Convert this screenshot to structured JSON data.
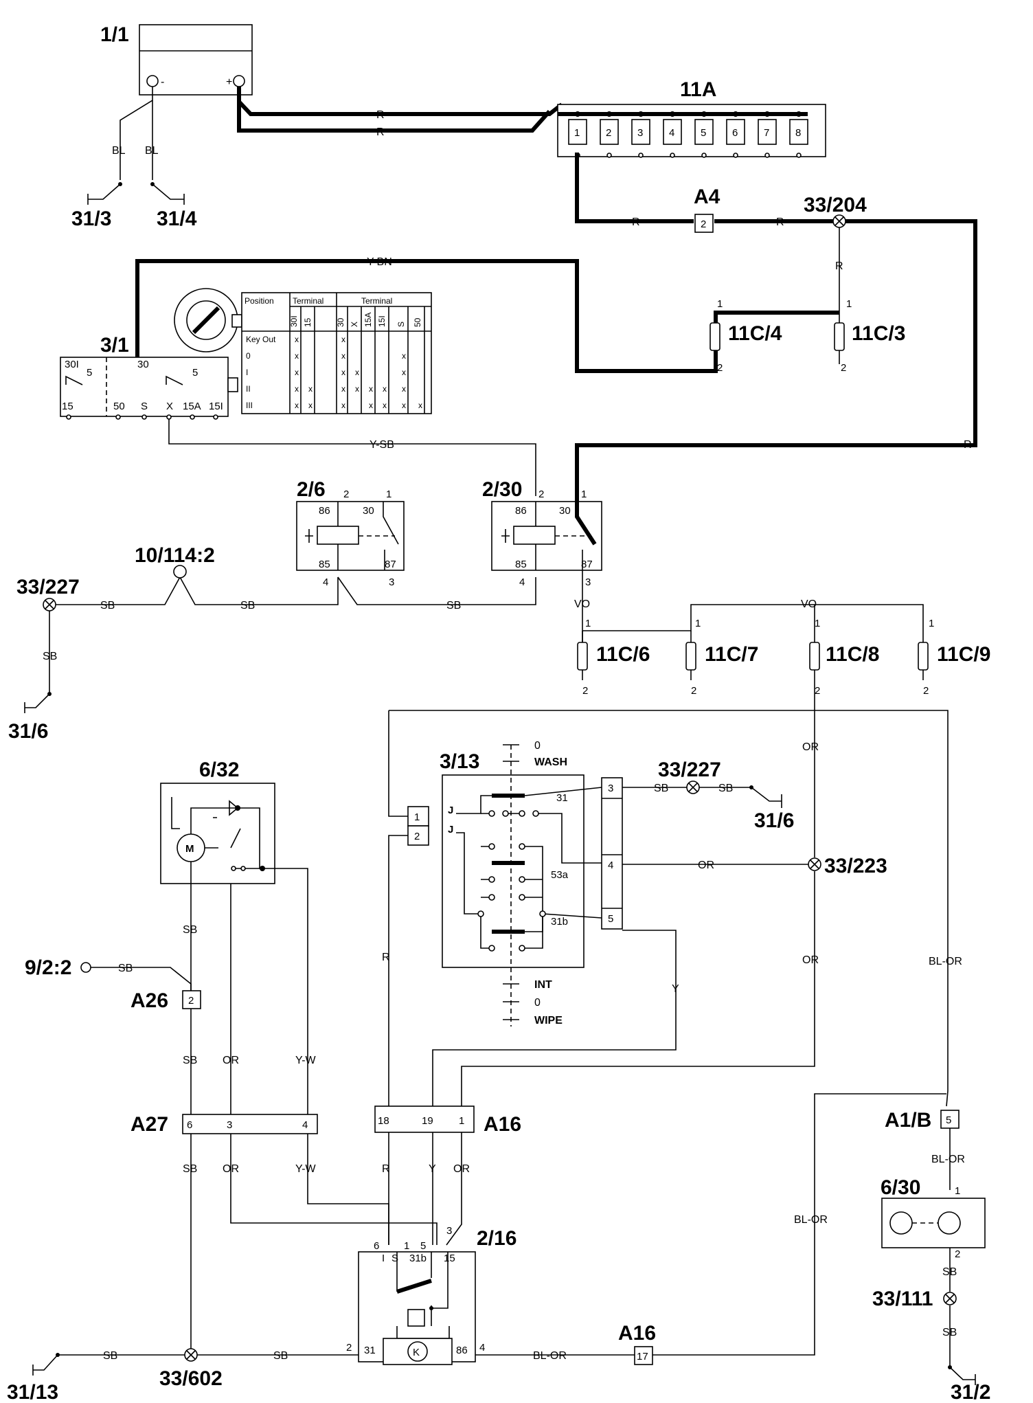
{
  "components": {
    "battery": "1/1",
    "fuse_box": "11A",
    "fuse_numbers": [
      "1",
      "2",
      "3",
      "4",
      "5",
      "6",
      "7",
      "8"
    ],
    "ignition_switch": "3/1",
    "relay_a": "2/6",
    "relay_b": "2/30",
    "connector_a4": "A4",
    "connector_a4_pin": "2",
    "splice_33_204": "33/204",
    "fuse_11c4": "11C/4",
    "fuse_11c3": "11C/3",
    "fuse_11c6": "11C/6",
    "fuse_11c7": "11C/7",
    "fuse_11c8": "11C/8",
    "fuse_11c9": "11C/9",
    "ground_31_3": "31/3",
    "ground_31_4": "31/4",
    "ground_31_6a": "31/6",
    "ground_31_6b": "31/6",
    "ground_31_13": "31/13",
    "ground_31_2": "31/2",
    "splice_33_227a": "33/227",
    "splice_33_227b": "33/227",
    "splice_33_223": "33/223",
    "splice_33_602": "33/602",
    "splice_33_111": "33/111",
    "lamp_10_114": "10/114:2",
    "wiper_motor": "6/32",
    "wiper_switch": "3/13",
    "connector_9_2_2": "9/2:2",
    "connector_a26": "A26",
    "connector_a26_pin": "2",
    "connector_a27": "A27",
    "connector_a16": "A16",
    "connector_a16b": "A16",
    "connector_a16b_pin": "17",
    "connector_a1b": "A1/B",
    "connector_a1b_pin": "5",
    "washer_pump": "6/30",
    "interval_relay": "2/16"
  },
  "wires": {
    "R": "R",
    "BL": "BL",
    "Y_BN": "Y-BN",
    "Y_SB": "Y-SB",
    "SB": "SB",
    "VO": "VO",
    "OR": "OR",
    "Y": "Y",
    "Y_W": "Y-W",
    "BL_OR": "BL-OR"
  },
  "switch_positions": {
    "p0": "0",
    "wash": "WASH",
    "int": "INT",
    "p0b": "0",
    "wipe": "WIPE"
  },
  "ignition_table": {
    "position_header": "Position",
    "terminal_header": "Terminal",
    "terminal_header_2": "Terminal",
    "columns_a": [
      "30I",
      "15"
    ],
    "columns_b": [
      "30",
      "X",
      "15A",
      "15I",
      "S",
      "50"
    ],
    "rows": [
      "Key Out",
      "0",
      "I",
      "II",
      "III"
    ],
    "mark": "x"
  },
  "ignition_terminals": {
    "t30I": "30I",
    "t5a": "5",
    "t30": "30",
    "t5b": "5",
    "t15": "15",
    "t50": "50",
    "tS": "S",
    "tX": "X",
    "t15A": "15A",
    "t15I": "15I"
  },
  "relay_terminals": {
    "t86": "86",
    "t30": "30",
    "t85": "85",
    "t87": "87",
    "p1": "1",
    "p2": "2",
    "p3": "3",
    "p4": "4"
  },
  "wiper_switch_pins": {
    "p1": "1",
    "p2": "2",
    "p3": "3",
    "p4": "4",
    "p5": "5",
    "J1": "J",
    "J2": "J",
    "t31": "31",
    "t53a": "53a",
    "t31b": "31b"
  },
  "a27_pins": [
    "6",
    "3",
    "4"
  ],
  "a16_pins": [
    "18",
    "19",
    "1"
  ],
  "interval_relay_pins": {
    "p6": "6",
    "p1": "1",
    "p5": "5",
    "p3": "3",
    "p2": "2",
    "p4": "4",
    "tI": "I",
    "tS": "S",
    "t31b": "31b",
    "t15": "15",
    "t31": "31",
    "t86": "86",
    "tK": "K"
  },
  "washer_pins": {
    "p1": "1",
    "p2": "2"
  },
  "fuse_pins": {
    "p1": "1",
    "p2": "2"
  },
  "motor_symbol": "M"
}
